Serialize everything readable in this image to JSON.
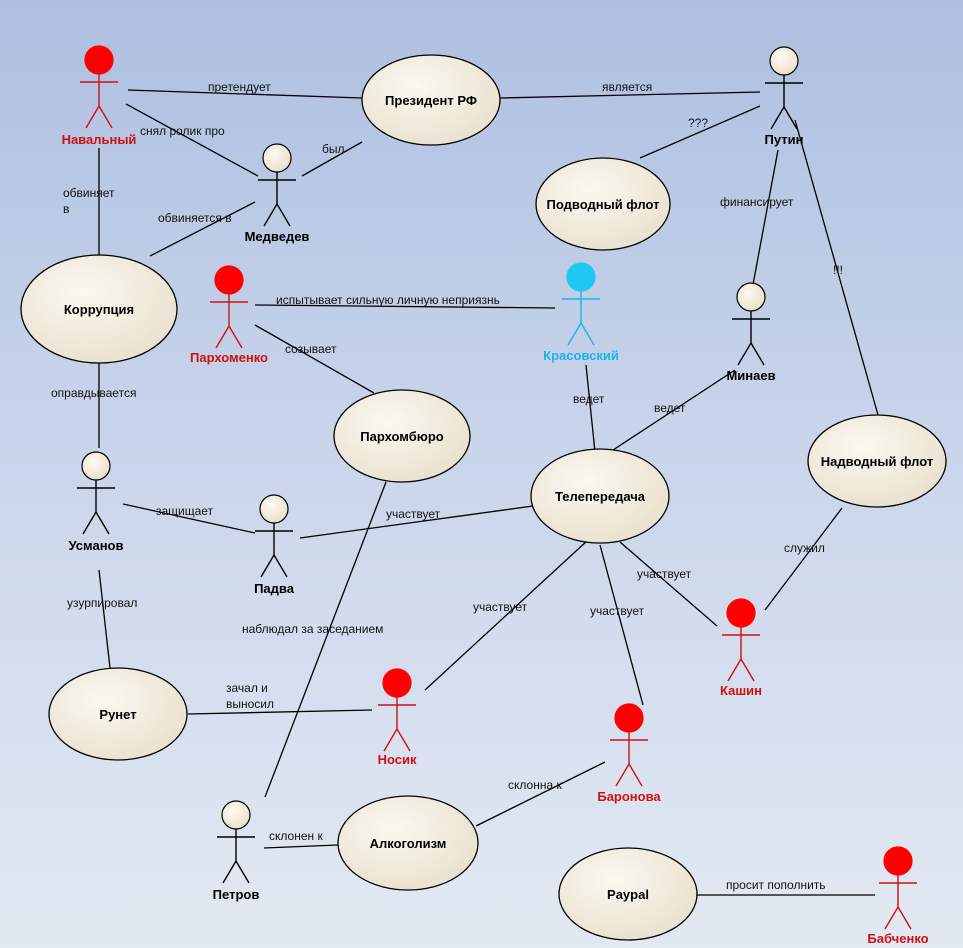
{
  "colors": {
    "red_actor": "#ff0000",
    "red_label": "#d01010",
    "cyan_actor": "#1ec8f0",
    "cyan_label": "#1ab4e8",
    "normal_head": "#f3ead8",
    "usecase_fill": "#f2ecdf",
    "line": "#000000"
  },
  "actors": {
    "navalny": {
      "name": "Навальный",
      "style": "red"
    },
    "medvedev": {
      "name": "Медведев",
      "style": "normal"
    },
    "putin": {
      "name": "Путин",
      "style": "normal"
    },
    "pakhomenko": {
      "name": "Пархоменко",
      "style": "red"
    },
    "krasovsky": {
      "name": "Красовский",
      "style": "cyan"
    },
    "minaev": {
      "name": "Минаев",
      "style": "normal"
    },
    "usmanov": {
      "name": "Усманов",
      "style": "normal"
    },
    "padva": {
      "name": "Падва",
      "style": "normal"
    },
    "kashin": {
      "name": "Кашин",
      "style": "red"
    },
    "nosik": {
      "name": "Носик",
      "style": "red"
    },
    "baronova": {
      "name": "Баронова",
      "style": "red"
    },
    "petrov": {
      "name": "Петров",
      "style": "normal"
    },
    "babchenko": {
      "name": "Бабченко",
      "style": "red"
    }
  },
  "usecases": {
    "president": "Президент РФ",
    "submarine": "Подводный флот",
    "corruption": "Коррупция",
    "parkhomburo": "Пархомбюро",
    "tvshow": "Телепередача",
    "surface": "Надводный флот",
    "runet": "Рунет",
    "alcoholism": "Алкоголизм",
    "paypal": "Paypal"
  },
  "relations": {
    "pretenduet": "претендует",
    "yavlyaetsya": "является",
    "snyal_rolik": "снял ролик про",
    "byl": "был",
    "qqq": "???",
    "obvinyaet": "обвиняет",
    "v": "в",
    "obvinyaetsya_v": "обвиняется в",
    "finansiruet": "финансирует",
    "neprizn": "испытывает сильную личную неприязнь",
    "sozyvaet": "созывает",
    "excl": "!!!",
    "opravdyvaetsya": "оправдывается",
    "vedet_kr": "ведет",
    "vedet_min": "ведет",
    "zashchishchaet": "защищает",
    "uchastvuet_padva": "участвует",
    "uzurpiroval": "узурпировал",
    "nablyudal": "наблюдал за заседанием",
    "uchastvuet_nosik": "участвует",
    "uchastvuet_baronova": "участвует",
    "uchastvuet_kashin": "участвует",
    "sluzhil": "служил",
    "zachal_1": "зачал и",
    "zachal_2": "выносил",
    "sklonna_k": "склонна к",
    "sklonen_k": "склонен к",
    "prosit_popolnit": "просит пополнить"
  }
}
